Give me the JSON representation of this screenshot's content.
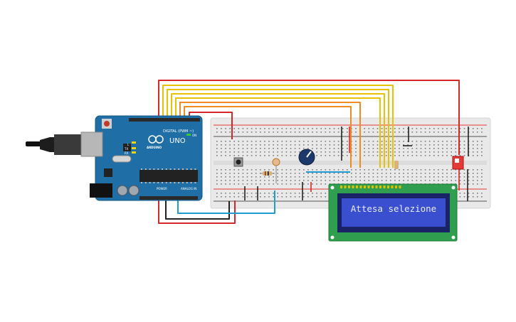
{
  "arduino": {
    "brand": "ARDUINO",
    "model": "UNO",
    "header_digital": "DIGITAL (PWM ~)",
    "header_power": "POWER",
    "header_analog": "ANALOG IN",
    "led_on": "ON",
    "led_tx": "TX",
    "led_rx": "RX",
    "led_l": "L",
    "colors": {
      "board": "#1f6fa6",
      "header": "#2a2a2a"
    }
  },
  "lcd": {
    "text": "Attesa selezione",
    "colors": {
      "pcb": "#2f9e4f",
      "screen": "#3a4fcf",
      "text": "#e8ecff"
    }
  },
  "breadboard": {
    "colors": {
      "body": "#e9e9e9",
      "rail_red": "#e53935",
      "rail_black": "#222222"
    }
  },
  "wire_colors": {
    "red": "#d62728",
    "yellow": "#e6c200",
    "orange": "#f08a24",
    "blue": "#1f9bd1",
    "black": "#222222"
  }
}
